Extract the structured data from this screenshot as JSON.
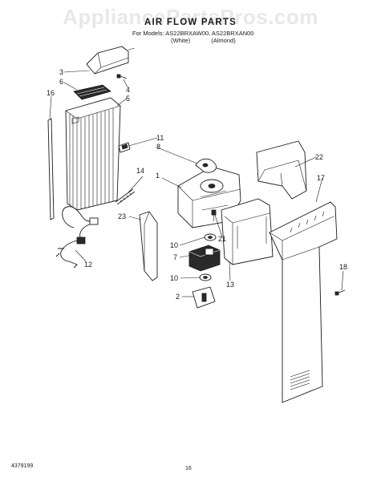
{
  "watermark": "AppliancePartsPros.com",
  "title": "AIR FLOW PARTS",
  "models_line": "For Models: AS22BRXAW00, AS22BRXAN00",
  "variant_white": "(White)",
  "variant_almond": "(Almond)",
  "doc_number": "4379199",
  "page_number": "16",
  "callouts": {
    "c1": "1",
    "c2": "2",
    "c3": "3",
    "c4": "4",
    "c5": "5",
    "c6": "6",
    "c7": "7",
    "c8": "8",
    "c10a": "10",
    "c10b": "10",
    "c11": "11",
    "c12": "12",
    "c13": "13",
    "c14": "14",
    "c16": "16",
    "c17": "17",
    "c18": "18",
    "c21": "21",
    "c22": "22",
    "c23": "23"
  }
}
